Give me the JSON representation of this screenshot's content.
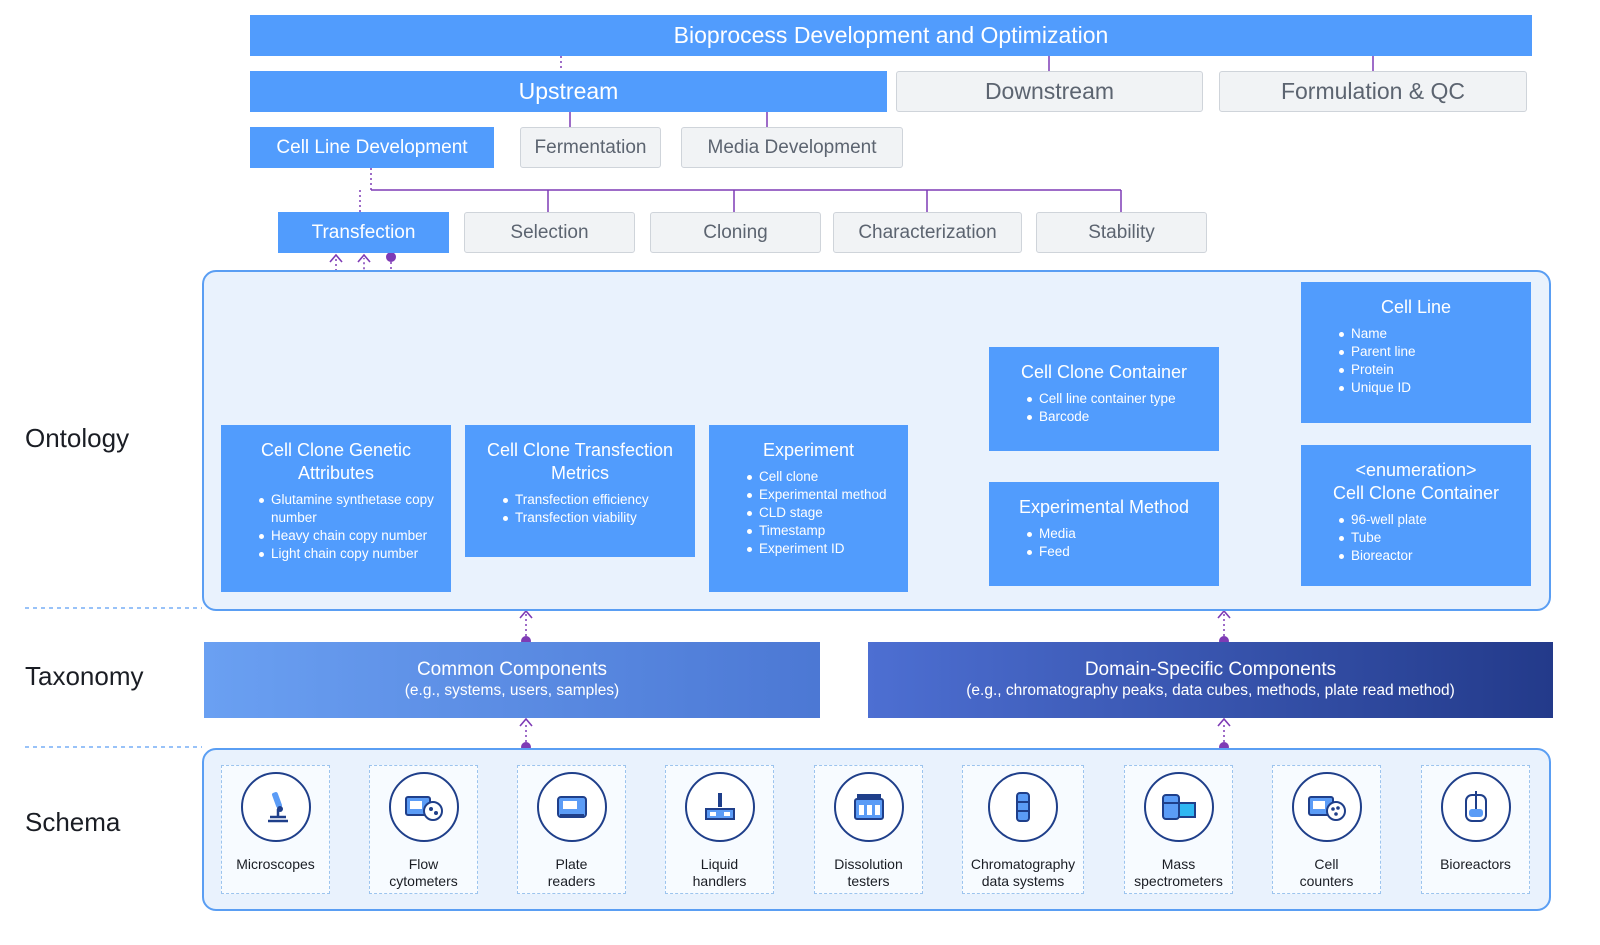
{
  "top": {
    "title": "Bioprocess Development and Optimization",
    "upstream": "Upstream",
    "downstream": "Downstream",
    "formulation": "Formulation & QC",
    "cell_line_development": "Cell Line Development",
    "fermentation": "Fermentation",
    "media_development": "Media Development"
  },
  "steps": [
    "Transfection",
    "Selection",
    "Cloning",
    "Characterization",
    "Stability"
  ],
  "layers": {
    "ontology": "Ontology",
    "taxonomy": "Taxonomy",
    "schema": "Schema"
  },
  "ontology": {
    "genetic": {
      "title": "Cell Clone Genetic Attributes",
      "items": [
        "Glutamine synthetase copy number",
        "Heavy chain copy number",
        "Light chain copy number"
      ]
    },
    "transfection_metrics": {
      "title": "Cell Clone Transfection Metrics",
      "items": [
        "Transfection efficiency",
        "Transfection viability"
      ]
    },
    "experiment": {
      "title": "Experiment",
      "items": [
        "Cell clone",
        "Experimental method",
        "CLD stage",
        "Timestamp",
        "Experiment ID"
      ]
    },
    "container": {
      "title": "Cell Clone Container",
      "items": [
        "Cell line container type",
        "Barcode"
      ]
    },
    "method": {
      "title": "Experimental Method",
      "items": [
        "Media",
        "Feed"
      ]
    },
    "cell_line": {
      "title": "Cell Line",
      "items": [
        "Name",
        "Parent line",
        "Protein",
        "Unique ID"
      ]
    },
    "enumeration": {
      "title_1": "<enumeration>",
      "title_2": "Cell Clone Container",
      "items": [
        "96-well plate",
        "Tube",
        "Bioreactor"
      ]
    }
  },
  "taxonomy": {
    "common": {
      "title": "Common Components",
      "subtitle": "(e.g., systems, users, samples)"
    },
    "domain": {
      "title": "Domain-Specific Components",
      "subtitle": "(e.g., chromatography peaks, data cubes, methods, plate read method)"
    }
  },
  "schema": {
    "instruments": [
      {
        "l1": "Microscopes",
        "l2": "",
        "icon": "microscope-icon"
      },
      {
        "l1": "Flow",
        "l2": "cytometers",
        "icon": "flow-cytometer-icon"
      },
      {
        "l1": "Plate",
        "l2": "readers",
        "icon": "plate-reader-icon"
      },
      {
        "l1": "Liquid",
        "l2": "handlers",
        "icon": "liquid-handler-icon"
      },
      {
        "l1": "Dissolution",
        "l2": "testers",
        "icon": "dissolution-tester-icon"
      },
      {
        "l1": "Chromatography",
        "l2": "data systems",
        "icon": "chromatography-icon"
      },
      {
        "l1": "Mass",
        "l2": "spectrometers",
        "icon": "mass-spectrometer-icon"
      },
      {
        "l1": "Cell",
        "l2": "counters",
        "icon": "cell-counter-icon"
      },
      {
        "l1": "Bioreactors",
        "l2": "",
        "icon": "bioreactor-icon"
      }
    ]
  }
}
